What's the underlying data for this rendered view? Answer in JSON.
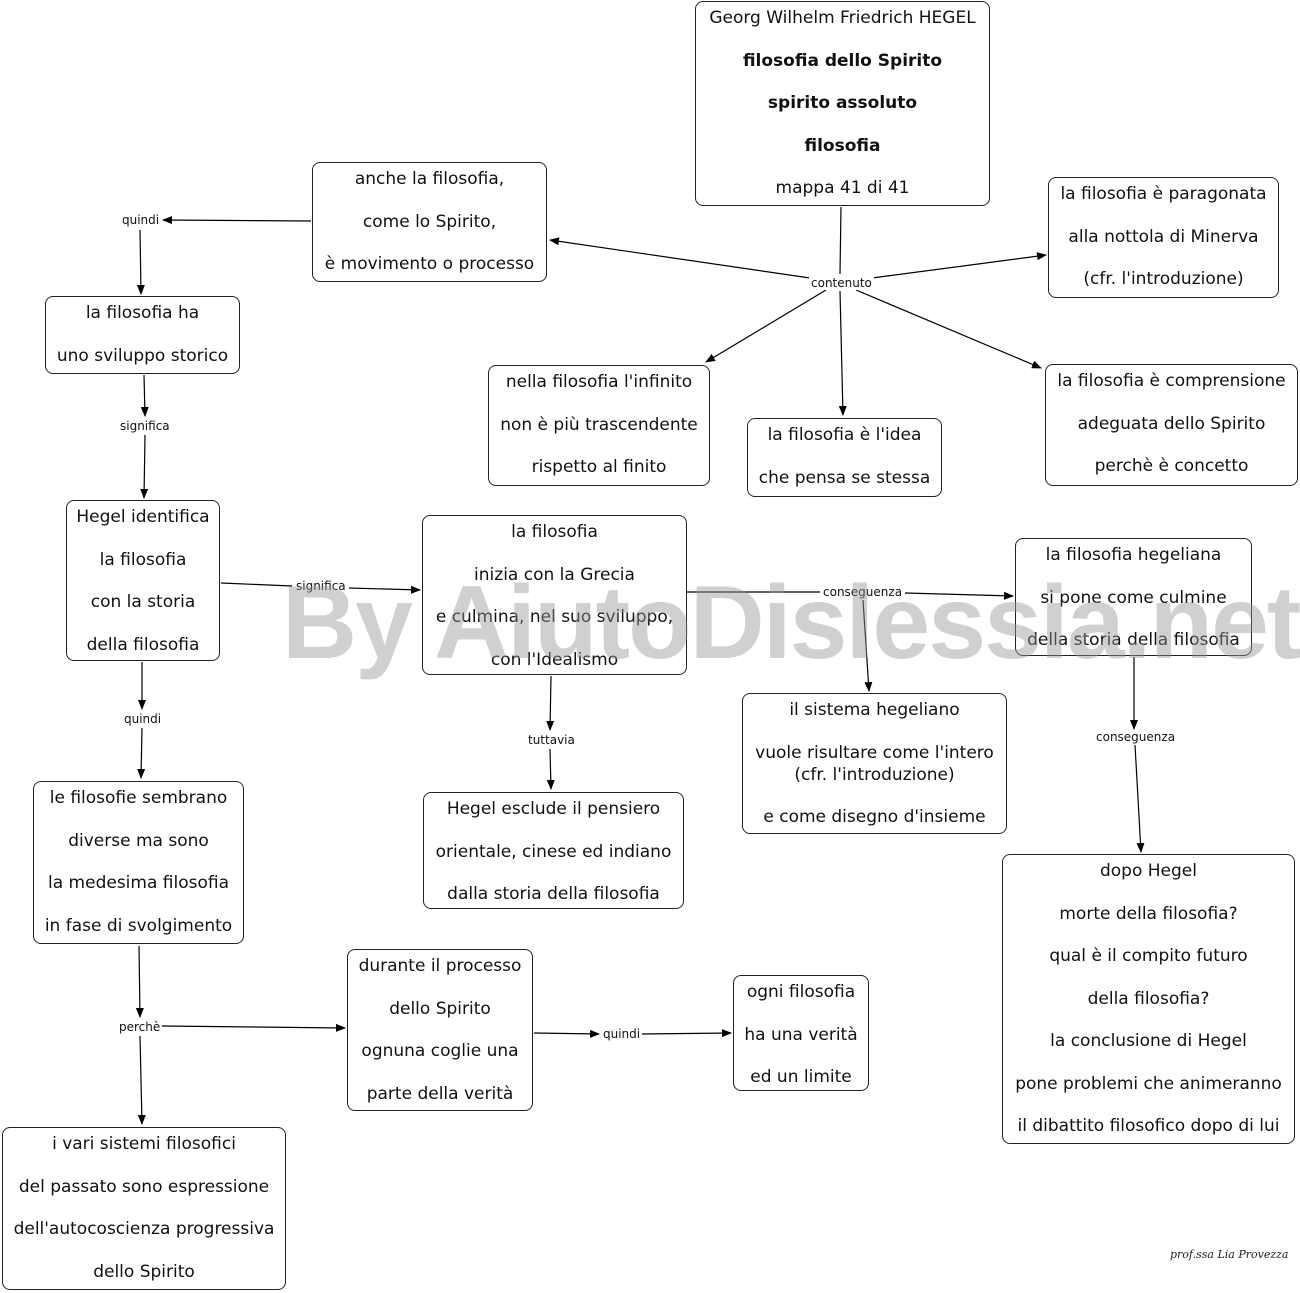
{
  "nodes": {
    "title": [
      "Georg Wilhelm Friedrich HEGEL",
      "filosofia dello Spirito",
      "spirito assoluto",
      "filosofia",
      "mappa 41 di 41"
    ],
    "movimento": [
      "anche la filosofia,",
      "come lo Spirito,",
      "è movimento o processo"
    ],
    "nottola": [
      "la filosofia è paragonata",
      "alla nottola di Minerva",
      "(cfr. l'introduzione)"
    ],
    "sviluppo": [
      "la filosofia ha",
      "uno sviluppo storico"
    ],
    "infinito": [
      "nella filosofia l'infinito",
      "non è più trascendente",
      "rispetto al finito"
    ],
    "idea": [
      "la filosofia è l'idea",
      "che pensa se stessa"
    ],
    "comprensione": [
      "la filosofia è comprensione",
      "adeguata dello Spirito",
      "perchè è concetto"
    ],
    "identifica": [
      "Hegel identifica",
      "la filosofia",
      "con la storia",
      "della filosofia"
    ],
    "grecia": [
      "la filosofia",
      "inizia con la Grecia",
      "e culmina, nel suo sviluppo,",
      "con l'Idealismo"
    ],
    "hegeliana": [
      "la filosofia hegeliana",
      "si pone come culmine",
      "della storia della filosofia"
    ],
    "sistema": [
      "il sistema hegeliano",
      "vuole risultare come l'intero",
      "(cfr. l'introduzione)",
      "e come disegno d'insieme"
    ],
    "sembrano": [
      "le filosofie sembrano",
      "diverse ma sono",
      "la medesima filosofia",
      "in fase di svolgimento"
    ],
    "esclude": [
      "Hegel esclude il pensiero",
      "orientale, cinese ed indiano",
      "dalla storia della filosofia"
    ],
    "dopo": [
      "dopo Hegel",
      "morte della filosofia?",
      "qual è il compito futuro",
      "della filosofia?",
      "la conclusione di Hegel",
      "pone problemi che animeranno",
      "il dibattito filosofico dopo di lui"
    ],
    "processo": [
      "durante il processo",
      "dello Spirito",
      "ognuna coglie una",
      "parte della verità"
    ],
    "verita": [
      "ogni filosofia",
      "ha una verità",
      "ed un limite"
    ],
    "sistemi": [
      "i vari sistemi filosofici",
      "del passato sono espressione",
      "dell'autocoscienza progressiva",
      "dello Spirito"
    ]
  },
  "labels": {
    "contenuto": "contenuto",
    "quindi_top": "quindi",
    "significa_1": "significa",
    "significa_2": "significa",
    "conseguenza_1": "conseguenza",
    "conseguenza_2": "conseguenza",
    "quindi_mid": "quindi",
    "tuttavia": "tuttavia",
    "perche": "perchè",
    "quindi_bottom": "quindi"
  },
  "watermark": "By AiutoDislessia.net",
  "signature": "prof.ssa Lia Provezza"
}
